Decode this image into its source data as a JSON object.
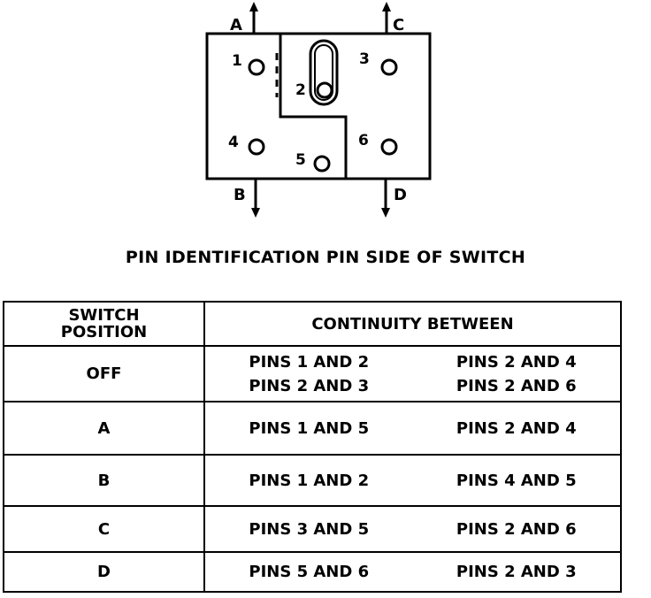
{
  "diagram": {
    "terminals": [
      "A",
      "B",
      "C",
      "D"
    ],
    "pins": [
      "1",
      "2",
      "3",
      "4",
      "5",
      "6"
    ],
    "caption": "PIN IDENTIFICATION PIN SIDE OF SWITCH"
  },
  "table": {
    "header_position": [
      "SWITCH",
      "POSITION"
    ],
    "header_continuity": "CONTINUITY BETWEEN",
    "rows": [
      {
        "position": "OFF",
        "col1": [
          "PINS 1 AND 2",
          "PINS 2 AND 3"
        ],
        "col2": [
          "PINS 2 AND 4",
          "PINS 2 AND 6"
        ]
      },
      {
        "position": "A",
        "col1": [
          "PINS 1 AND 5"
        ],
        "col2": [
          "PINS 2 AND 4"
        ]
      },
      {
        "position": "B",
        "col1": [
          "PINS 1 AND 2"
        ],
        "col2": [
          "PINS 4 AND 5"
        ]
      },
      {
        "position": "C",
        "col1": [
          "PINS 3 AND 5"
        ],
        "col2": [
          "PINS 2 AND 6"
        ]
      },
      {
        "position": "D",
        "col1": [
          "PINS 5 AND 6"
        ],
        "col2": [
          "PINS 2 AND 3"
        ]
      }
    ]
  }
}
